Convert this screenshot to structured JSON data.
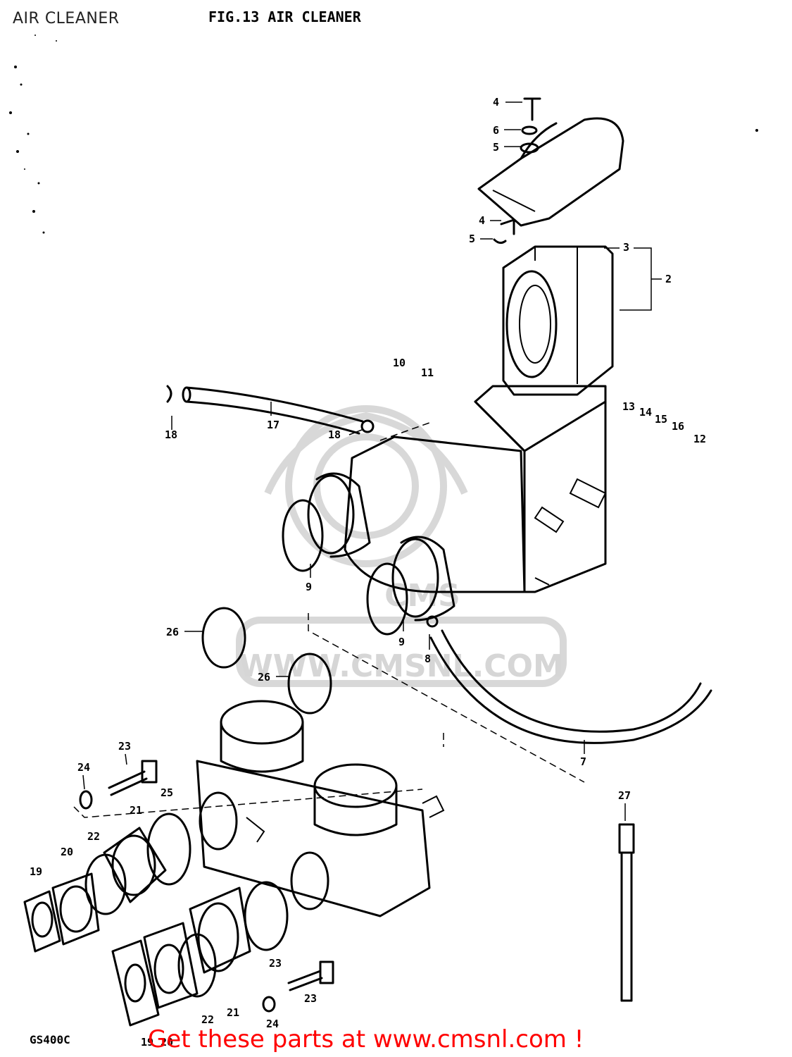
{
  "header_title": "AIR CLEANER",
  "figure_title": "FIG.13  AIR CLEANER",
  "model_code": "GS400C",
  "call_to_action": "Get these parts at www.cmsnl.com !",
  "watermark_text": "WWW.CMSNL.COM",
  "watermark_logo": "CMS",
  "part_labels": [
    "4",
    "6",
    "5",
    "4",
    "5",
    "3",
    "2",
    "10",
    "11",
    "13",
    "14",
    "15",
    "16",
    "12",
    "18",
    "17",
    "18",
    "9",
    "9",
    "26",
    "8",
    "26",
    "7",
    "23",
    "24",
    "25",
    "21",
    "22",
    "20",
    "19",
    "27",
    "23",
    "23",
    "21",
    "22",
    "24",
    "19",
    "20"
  ]
}
